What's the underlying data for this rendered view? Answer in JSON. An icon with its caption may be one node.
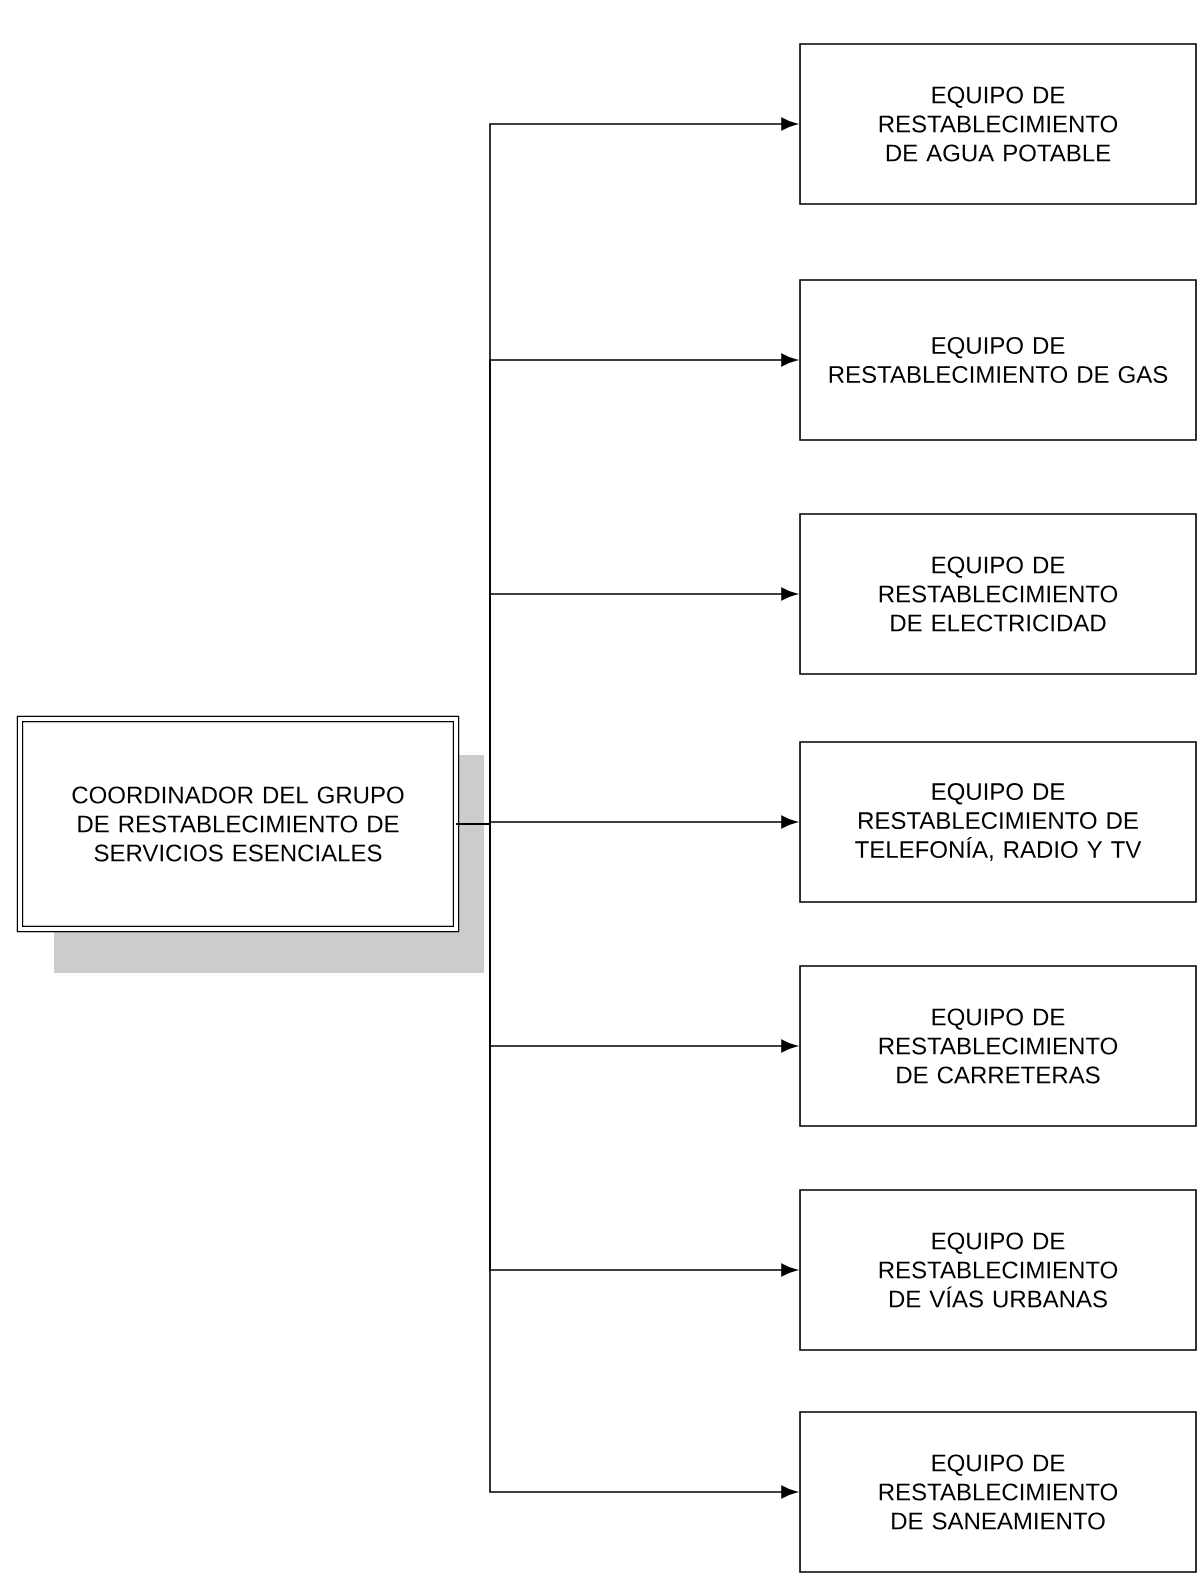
{
  "diagram": {
    "nodes": [
      {
        "text": [
          "COORDINADOR DEL GRUPO DE RESTABLECIMIENTO DE SERVICIOS ESENCIALES"
        ]
      },
      {
        "text": [
          "EQUIPO DE RESTABLECIMIENTO DE AGUA POTABLE"
        ]
      },
      {
        "text": [
          "EQUIPO DE RESTABLECIMIENTO DE GAS"
        ]
      },
      {
        "text": [
          "EQUIPO DE RESTABLECIMIENTO DE ELECTRICIDAD"
        ]
      },
      {
        "text": [
          "EQUIPO DE RESTABLECIMIENTO DE TELEFONÍA, RADIO Y TV"
        ]
      },
      {
        "text": [
          "EQUIPO DE RESTABLECIMIENTO DE CARRETERAS"
        ]
      },
      {
        "text": [
          "EQUIPO DE RESTABLECIMIENTO DE VÍAS URBANAS"
        ]
      },
      {
        "text": [
          "EQUIPO DE RESTABLECIMIENTO DE SANEAMIENTO"
        ]
      }
    ],
    "edges": [
      {
        "from": 0,
        "to": 1,
        "arrow": "to"
      },
      {
        "from": 0,
        "to": 2,
        "arrow": "to"
      },
      {
        "from": 0,
        "to": 3,
        "arrow": "to"
      },
      {
        "from": 0,
        "to": 4,
        "arrow": "to"
      },
      {
        "from": 0,
        "to": 5,
        "arrow": "to"
      },
      {
        "from": 0,
        "to": 6,
        "arrow": "to"
      },
      {
        "from": 0,
        "to": 7,
        "arrow": "to"
      }
    ]
  }
}
